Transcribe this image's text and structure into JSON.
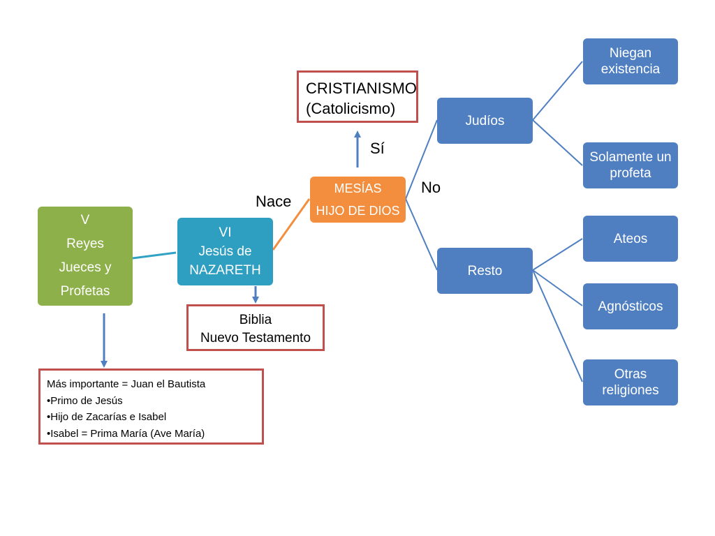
{
  "nodes": {
    "v_reyes": [
      "V",
      "Reyes",
      "Jueces y",
      "Profetas"
    ],
    "vi_jesus": [
      "VI",
      "Jesús de",
      "NAZARETH"
    ],
    "mesias": [
      "MESÍAS",
      "HIJO DE DIOS"
    ],
    "judios": "Judíos",
    "resto": "Resto",
    "niegan": [
      "Niegan",
      "existencia"
    ],
    "profeta": [
      "Solamente un",
      "profeta"
    ],
    "ateos": "Ateos",
    "agnosticos": "Agnósticos",
    "otras": [
      "Otras",
      "religiones"
    ]
  },
  "boxes": {
    "cristianismo": [
      "CRISTIANISMO",
      "(Catolicismo)"
    ],
    "biblia": [
      "Biblia",
      "Nuevo Testamento"
    ],
    "notes": [
      "Más importante = Juan el Bautista",
      "•Primo de Jesús",
      "•Hijo de Zacarías e Isabel",
      "•Isabel = Prima María (Ave María)"
    ]
  },
  "labels": {
    "nace": "Nace",
    "si": "Sí",
    "no": "No"
  },
  "colors": {
    "green": "#8db04a",
    "teal": "#2f9fc1",
    "orange": "#f28e3d",
    "blue": "#4f7fc1",
    "red_border": "#c0504d",
    "arrow": "#4f7fc1"
  }
}
